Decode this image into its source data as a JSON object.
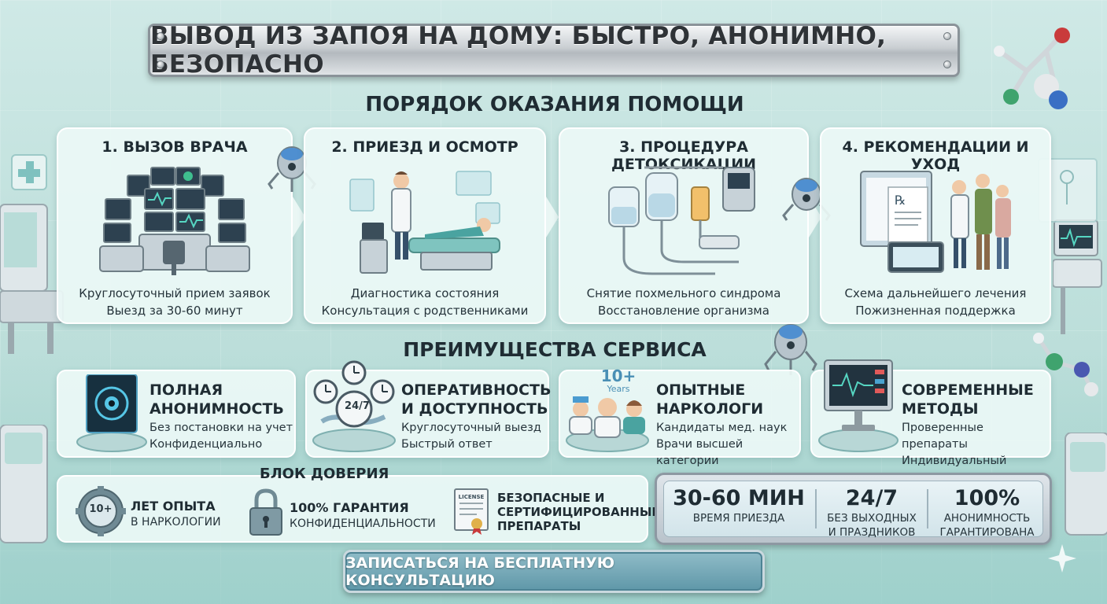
{
  "header": {
    "title": "ВЫВОД ИЗ ЗАПОЯ НА ДОМУ: БЫСТРО, АНОНИМНО, БЕЗОПАСНО"
  },
  "procedure": {
    "title": "ПОРЯДОК ОКАЗАНИЯ ПОМОЩИ",
    "steps": [
      {
        "title": "1. ВЫЗОВ ВРАЧА",
        "line1": "Круглосуточный прием заявок",
        "line2": "Выезд за 30-60 минут",
        "icon": "control-room-icon"
      },
      {
        "title": "2. ПРИЕЗД И ОСМОТР",
        "line1": "Диагностика состояния",
        "line2": "Консультация с родственниками",
        "icon": "doctor-exam-icon"
      },
      {
        "title": "3. ПРОЦЕДУРА ДЕТОКСИКАЦИИ",
        "line1": "Снятие похмельного синдрома",
        "line2": "Восстановление организма",
        "icon": "iv-drip-icon"
      },
      {
        "title": "4. РЕКОМЕНДАЦИИ И УХОД",
        "line1": "Схема дальнейшего лечения",
        "line2": "Пожизненная поддержка",
        "icon": "care-plan-icon"
      }
    ]
  },
  "advantages": {
    "title": "ПРЕИМУЩЕСТВА СЕРВИСА",
    "items": [
      {
        "title1": "ПОЛНАЯ",
        "title2": "АНОНИМНОСТЬ",
        "line1": "Без постановки на учет",
        "line2": "Конфиденциально",
        "icon": "eye-scan-icon"
      },
      {
        "title1": "ОПЕРАТИВНОСТЬ",
        "title2": "И ДОСТУПНОСТЬ",
        "line1": "Круглосуточный выезд",
        "line2": "Быстрый ответ",
        "icon": "clocks-icon",
        "badge": "24/7"
      },
      {
        "title1": "ОПЫТНЫЕ",
        "title2": "НАРКОЛОГИ",
        "line1": "Кандидаты мед. наук",
        "line2": "Врачи высшей категории",
        "icon": "doctors-icon",
        "badge_num": "10+",
        "badge_unit": "Years"
      },
      {
        "title1": "СОВРЕМЕННЫЕ",
        "title2": "МЕТОДЫ",
        "line1": "Проверенные препараты",
        "line2": "Индивидуальный подход",
        "icon": "monitor-icon"
      }
    ]
  },
  "trust": {
    "title": "БЛОК ДОВЕРИЯ",
    "items": [
      {
        "title": "ЛЕТ ОПЫТА",
        "sub": "В НАРКОЛОГИИ",
        "icon": "gear-badge-icon",
        "badge": "10+"
      },
      {
        "title": "100% ГАРАНТИЯ",
        "sub": "КОНФИДЕНЦИАЛЬНОСТИ",
        "icon": "padlock-icon"
      },
      {
        "title1": "БЕЗОПАСНЫЕ И",
        "title2": "СЕРТИФИЦИРОВАННЫЕ",
        "title3": "ПРЕПАРАТЫ",
        "icon": "certificate-icon",
        "badge": "LICENSE"
      }
    ]
  },
  "stats": [
    {
      "value": "30-60 МИН",
      "line1": "ВРЕМЯ ПРИЕЗДА",
      "line2": ""
    },
    {
      "value": "24/7",
      "line1": "БЕЗ ВЫХОДНЫХ",
      "line2": "И ПРАЗДНИКОВ"
    },
    {
      "value": "100%",
      "line1": "АНОНИМНОСТЬ",
      "line2": "ГАРАНТИРОВАНА"
    }
  ],
  "cta": {
    "label": "ЗАПИСАТЬСЯ НА БЕСПЛАТНУЮ КОНСУЛЬТАЦИЮ"
  },
  "colors": {
    "background": "#c4e3df",
    "card": "#ecf8f6",
    "accent": "#5f97a8",
    "text": "#1f2c33"
  }
}
